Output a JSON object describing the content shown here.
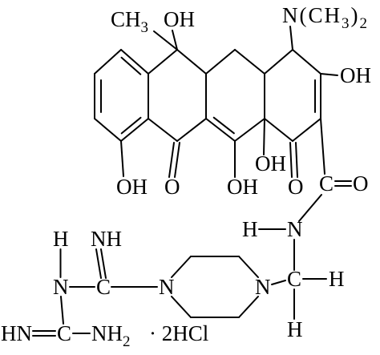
{
  "colors": {
    "ink": "#000000",
    "paper": "#ffffff"
  },
  "ring_system": {
    "c6_methyl": "CH3",
    "c6_hydroxyl": "OH",
    "c4_dimethylamino": "N(CH3)2",
    "c3_hydroxyl": "OH",
    "c10_hydroxyl": "OH",
    "c11_oxygen": "O",
    "c12_hydroxyl": "OH",
    "c12a_hydroxyl": "OH",
    "c1_oxygen": "O"
  },
  "amide_linker": {
    "carbonyl_carbon": "C",
    "carbonyl_oxygen": "O",
    "nitrogen_hydrogen": "H",
    "nitrogen": "N",
    "methylene_carbon": "C",
    "methylene_hydrogen_right": "H",
    "methylene_hydrogen_bottom": "H"
  },
  "piperazine": {
    "nitrogen_left": "N",
    "nitrogen_right": "N"
  },
  "biguanide": {
    "bridge_hydrogen": "H",
    "imine_nh": "NH",
    "bridge_nitrogen": "N",
    "imino_carbon": "C",
    "imine_hn": "HN",
    "amidine_carbon": "C",
    "amino_nh2": "NH2"
  },
  "salt": "· 2HCl"
}
